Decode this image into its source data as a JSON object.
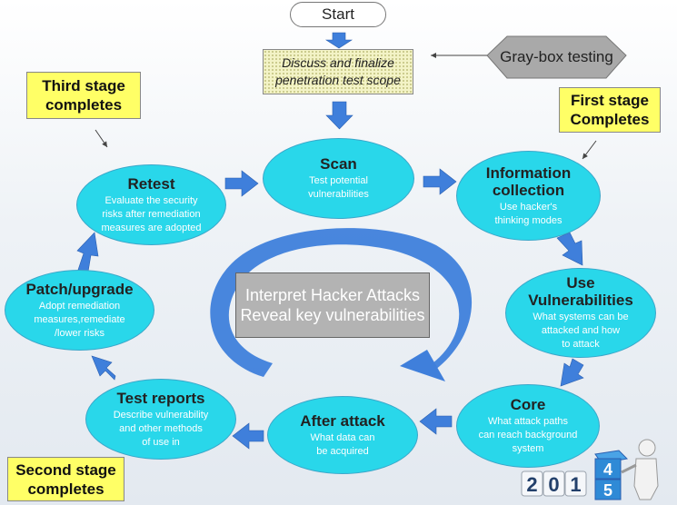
{
  "start_label": "Start",
  "scope_text": [
    "Discuss and finalize",
    "penetration test scope"
  ],
  "gray_box_label": "Gray-box testing",
  "stages": {
    "third": [
      "Third stage",
      "completes"
    ],
    "first": [
      "First stage",
      "Completes"
    ],
    "second": [
      "Second stage",
      "completes"
    ]
  },
  "nodes": {
    "scan": {
      "title": "Scan",
      "desc": [
        "Test potential",
        "vulnerabilities"
      ]
    },
    "info": {
      "title": [
        "Information",
        "collection"
      ],
      "desc": [
        "Use hacker's",
        "thinking modes"
      ]
    },
    "use": {
      "title": [
        "Use",
        "Vulnerabilities"
      ],
      "desc": [
        "What systems can be",
        "attacked and how",
        "to attack"
      ]
    },
    "core": {
      "title": "Core",
      "desc": [
        "What attack paths",
        "can reach background",
        "system"
      ]
    },
    "after": {
      "title": "After attack",
      "desc": [
        "What data can",
        "be acquired"
      ]
    },
    "reports": {
      "title": "Test reports",
      "desc": [
        "Describe vulnerability",
        "and other methods",
        "of use in"
      ]
    },
    "patch": {
      "title": "Patch/upgrade",
      "desc": [
        "Adopt remediation",
        "measures,remediate",
        "/lower risks"
      ]
    },
    "retest": {
      "title": "Retest",
      "desc": [
        "Evaluate the security",
        "risks after remediation",
        "measures are adopted"
      ]
    }
  },
  "central_text": [
    "Interpret Hacker Attacks",
    "Reveal key vulnerabilities"
  ],
  "year_badge": {
    "left_digits": [
      "2",
      "0",
      "1"
    ],
    "cube_top": "4",
    "cube_bottom": "5"
  },
  "colors": {
    "node_fill": "#29d7ea",
    "arrow": "#3f7fdb",
    "stage_box": "#ffff66",
    "central_box": "#b3b3b3"
  }
}
